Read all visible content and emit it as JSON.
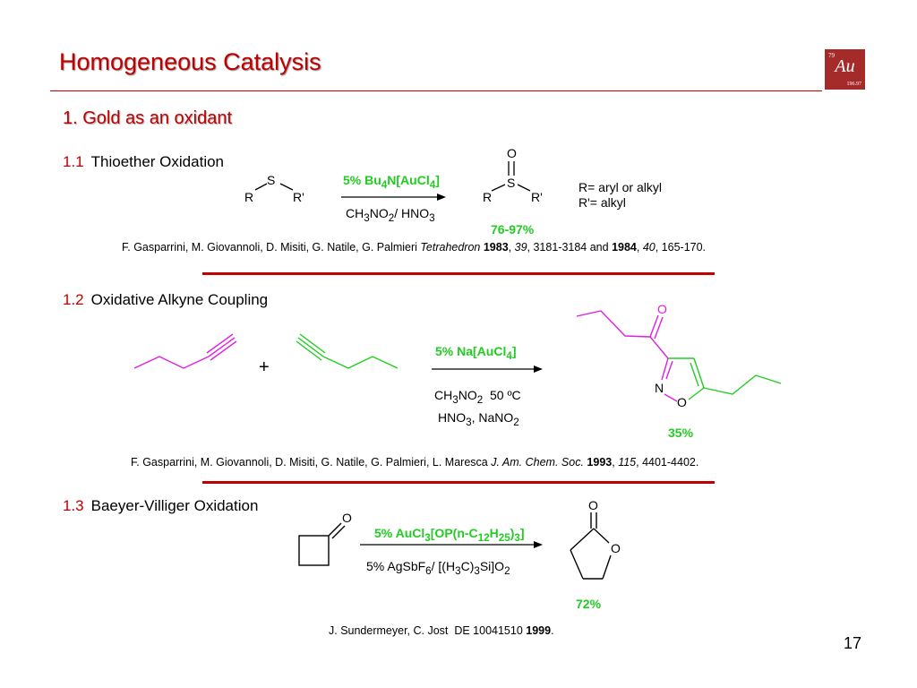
{
  "title": "Homogeneous Catalysis",
  "logo": {
    "number": "79",
    "symbol": "Au",
    "mass": "196.97"
  },
  "subtitle": "1. Gold as an oxidant",
  "section1": {
    "number": "1.1",
    "name": "Thioether Oxidation",
    "reactant": {
      "S": "S",
      "R": "R",
      "R2": "R'"
    },
    "catalyst": {
      "pre": "5% Bu",
      "sub1": "4",
      "mid": "N[AuCl",
      "sub2": "4",
      "post": "]"
    },
    "solvent": {
      "a": "CH",
      "s1": "3",
      "b": "NO",
      "s2": "2",
      "c": "/ HNO",
      "s3": "3"
    },
    "product": {
      "O": "O",
      "S": "S",
      "R": "R",
      "R2": "R'"
    },
    "yield": "76-97%",
    "notes": [
      "R= aryl or alkyl",
      "R'= alkyl"
    ],
    "reference": {
      "authors": "F. Gasparrini, M. Giovannoli, D. Misiti, G. Natile, G. Palmieri ",
      "journal": "Tetrahedron",
      "year1": "1983",
      "vol1": "39",
      "pages1": ", 3181-3184 and ",
      "year2": "1984",
      "vol2": "40",
      "pages2": ", 165-170."
    }
  },
  "section2": {
    "number": "1.2",
    "name": "Oxidative Alkyne Coupling",
    "plus": "+",
    "catalyst": {
      "pre": "5% Na[AuCl",
      "sub": "4",
      "post": "]"
    },
    "conditions1": {
      "a": "CH",
      "s1": "3",
      "b": "NO",
      "s2": "2",
      "c": "  50 ºC"
    },
    "conditions2": {
      "a": "HNO",
      "s1": "3",
      "b": ", NaNO",
      "s2": "2"
    },
    "atoms": {
      "O_ketone": "O",
      "N": "N",
      "O_ring": "O"
    },
    "yield": "35%",
    "reference": {
      "authors": "F. Gasparrini, M. Giovannoli, D. Misiti, G. Natile, G. Palmieri, L. Maresca ",
      "journal": "J. Am. Chem. Soc.",
      "year": "1993",
      "vol": "115",
      "pages": ", 4401-4402."
    }
  },
  "section3": {
    "number": "1.3",
    "name": "Baeyer-Villiger Oxidation",
    "atoms": {
      "O_reactant": "O",
      "O_carbonyl": "O",
      "O_ring": "O"
    },
    "catalyst": {
      "a": "5% AuCl",
      "s1": "3",
      "b": "[OP(n-C",
      "s2": "12",
      "c": "H",
      "s3": "25",
      "d": ")",
      "s4": "3",
      "e": "]"
    },
    "cocatalyst": {
      "a": "5% AgSbF",
      "s1": "6",
      "b": "/ [(H",
      "s2": "3",
      "c": "C)",
      "s3": "3",
      "d": "Si]O",
      "s4": "2"
    },
    "yield": "72%",
    "reference": {
      "authors": "J. Sundermeyer, C. Jost  DE 10041510 ",
      "year": "1999",
      "end": "."
    }
  },
  "page_number": "17",
  "colors": {
    "accent": "#c00000",
    "yield_green": "#22cc22",
    "magenta": "#e020e0"
  }
}
